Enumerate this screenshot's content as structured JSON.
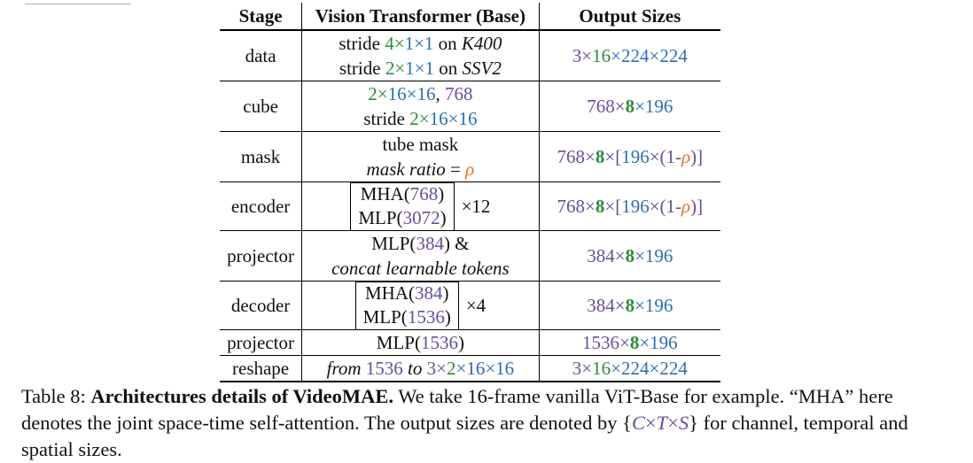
{
  "table": {
    "headers": [
      "Stage",
      "Vision Transformer (Base)",
      "Output Sizes"
    ],
    "rows": {
      "data": {
        "stage": "data",
        "vit_line1": {
          "pre": "stride ",
          "n1": "4",
          "x1": "×",
          "n2": "1",
          "x2": "×",
          "n3": "1",
          "mid": " on ",
          "ds": "K400"
        },
        "vit_line2": {
          "pre": "stride ",
          "n1": "2",
          "x1": "×",
          "n2": "1",
          "x2": "×",
          "n3": "1",
          "mid": " on ",
          "ds": "SSV2"
        },
        "out": {
          "a": "3",
          "b": "16",
          "c": "224",
          "d": "224",
          "x": "×"
        }
      },
      "cube": {
        "stage": "cube",
        "vit_line1": {
          "a": "2",
          "b": "16",
          "c": "16",
          "sep": ", ",
          "dim": "768",
          "x": "×"
        },
        "vit_line2": {
          "pre": "stride ",
          "a": "2",
          "b": "16",
          "c": "16",
          "x": "×"
        },
        "out": {
          "a": "768",
          "b": "8",
          "c": "196",
          "x": "×"
        }
      },
      "mask": {
        "stage": "mask",
        "vit_line1": "tube mask",
        "vit_line2": {
          "label": "mask ratio",
          "eq": " = ",
          "rho": "ρ"
        },
        "out": {
          "a": "768",
          "b": "8",
          "open": "[",
          "c": "196",
          "paren": "(1-",
          "rho": "ρ",
          "close": ")]",
          "x": "×"
        }
      },
      "encoder": {
        "stage": "encoder",
        "mha": {
          "label": "MHA(",
          "dim": "768",
          "close": ")"
        },
        "mlp": {
          "label": "MLP(",
          "dim": "3072",
          "close": ")"
        },
        "repeat": "×12",
        "out": {
          "a": "768",
          "b": "8",
          "open": "[",
          "c": "196",
          "paren": "(1-",
          "rho": "ρ",
          "close": ")]",
          "x": "×"
        }
      },
      "projector1": {
        "stage": "projector",
        "vit_line1": {
          "label": "MLP(",
          "dim": "384",
          "close": ") &"
        },
        "vit_line2": "concat learnable tokens",
        "out": {
          "a": "384",
          "b": "8",
          "c": "196",
          "x": "×"
        }
      },
      "decoder": {
        "stage": "decoder",
        "mha": {
          "label": "MHA(",
          "dim": "384",
          "close": ")"
        },
        "mlp": {
          "label": "MLP(",
          "dim": "1536",
          "close": ")"
        },
        "repeat": "×4",
        "out": {
          "a": "384",
          "b": "8",
          "c": "196",
          "x": "×"
        }
      },
      "projector2": {
        "stage": "projector",
        "vit": {
          "label": "MLP(",
          "dim": "1536",
          "close": ")"
        },
        "out": {
          "a": "1536",
          "b": "8",
          "c": "196",
          "x": "×"
        }
      },
      "reshape": {
        "stage": "reshape",
        "vit": {
          "from": "from ",
          "a": "1536",
          "to": " to ",
          "b": "3",
          "c": "2",
          "d": "16",
          "e": "16",
          "x": "×"
        },
        "out": {
          "a": "3",
          "b": "16",
          "c": "224",
          "d": "224",
          "x": "×"
        }
      }
    }
  },
  "caption": {
    "label": "Table 8:",
    "title": "Architectures details of VideoMAE.",
    "text1": " We take 16-frame vanilla ViT-Base for example. “MHA” here denotes the joint space-time self-attention. The output sizes are denoted by ",
    "math_open": "{",
    "C": "C",
    "x": "×",
    "T": "T",
    "S": "S",
    "math_close": "}",
    "text2": " for channel, temporal and spatial sizes."
  },
  "colors": {
    "purple": "#6a4c9c",
    "green": "#2e8b3a",
    "blue": "#2d6fb0",
    "orange": "#e8751a"
  }
}
